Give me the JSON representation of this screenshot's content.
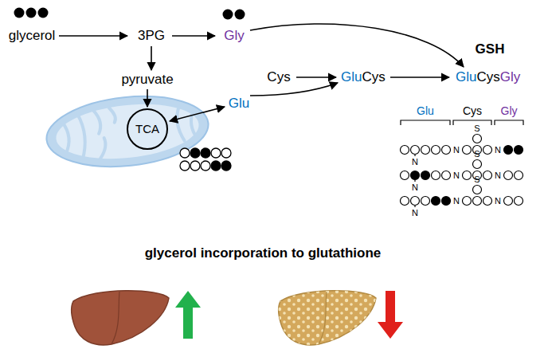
{
  "diagram": {
    "title": "glycerol incorporation to glutathione",
    "nodes": [
      {
        "text": [
          "TCA"
        ]
      }
    ],
    "edges": [],
    "labels": [
      "glycerol",
      "3PG",
      "Gly",
      "pyruvate",
      "Glu",
      "Cys",
      "Glu",
      "Cys",
      "GSH",
      "Glu",
      "Cys",
      "Gly",
      "Glu",
      "Cys",
      "Gly",
      "S",
      "N",
      "N",
      "N",
      "S",
      "N",
      "N",
      "N",
      "S",
      "N",
      "N",
      "N"
    ]
  }
}
